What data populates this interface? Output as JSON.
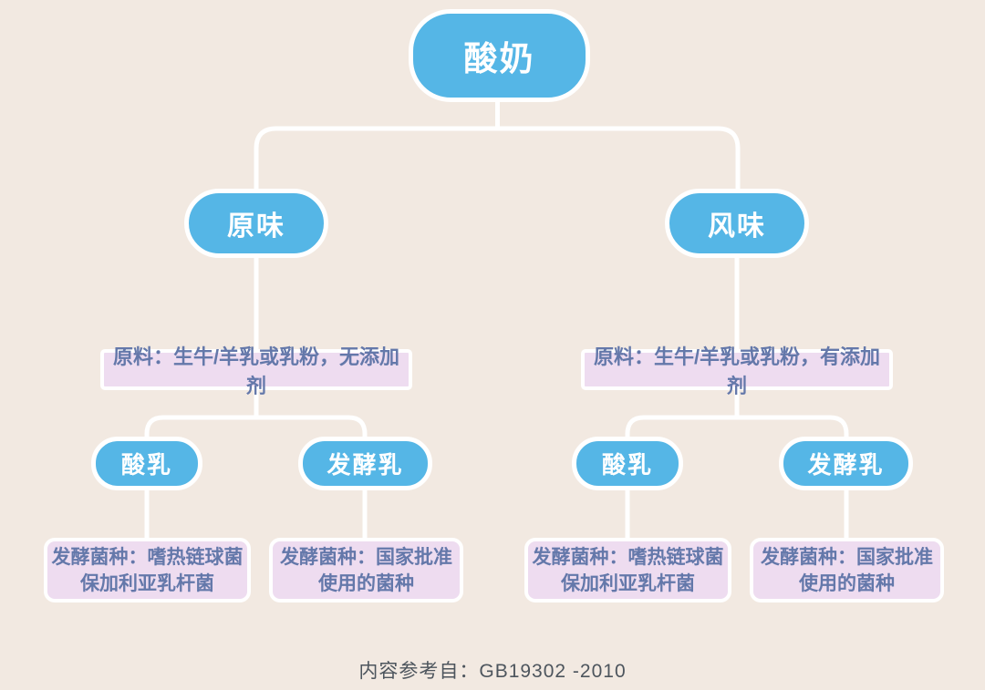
{
  "diagram": {
    "title_node": "酸奶",
    "branches": [
      {
        "label": "原味",
        "note": "原料：生牛/羊乳或乳粉，无添加剂",
        "children": [
          {
            "label": "酸乳",
            "note_line1": "发酵菌种：嗜热链球菌",
            "note_line2": "保加利亚乳杆菌"
          },
          {
            "label": "发酵乳",
            "note_line1": "发酵菌种：国家批准",
            "note_line2": "使用的菌种"
          }
        ]
      },
      {
        "label": "风味",
        "note": "原料：生牛/羊乳或乳粉，有添加剂",
        "children": [
          {
            "label": "酸乳",
            "note_line1": "发酵菌种：嗜热链球菌",
            "note_line2": "保加利亚乳杆菌"
          },
          {
            "label": "发酵乳",
            "note_line1": "发酵菌种：国家批准",
            "note_line2": "使用的菌种"
          }
        ]
      }
    ],
    "footer": "内容参考自：GB19302 -2010"
  },
  "colors": {
    "background": "#f2e9e1",
    "node_fill": "#55b6e6",
    "node_text": "#ffffff",
    "note_fill": "#eedcf0",
    "note_text": "#6478aa",
    "connector": "#ffffff",
    "footer_text": "#4d555d"
  }
}
